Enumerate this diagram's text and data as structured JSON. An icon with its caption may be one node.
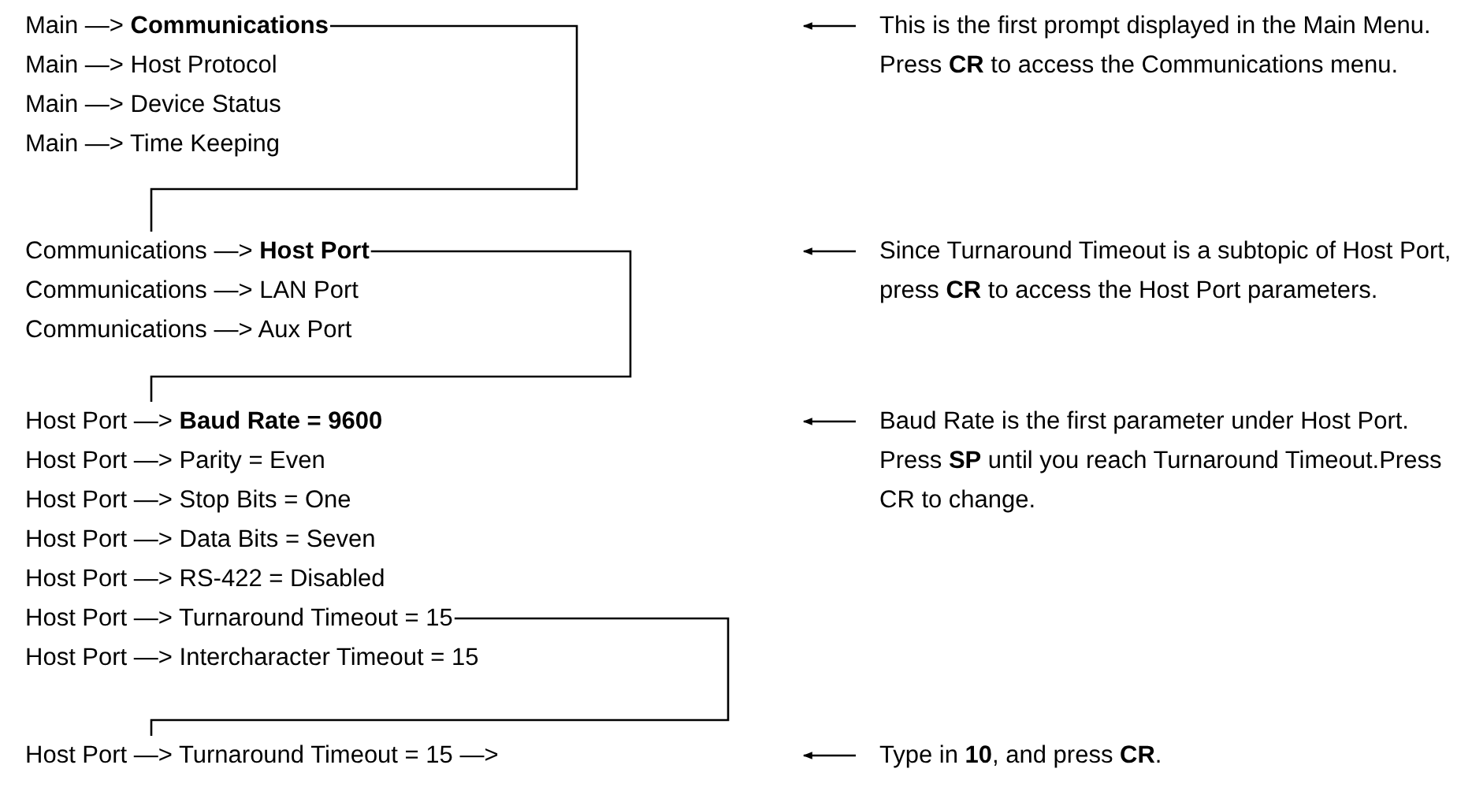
{
  "diagram": {
    "nodes": [
      {
        "text": [
          "Main —> **Communications**"
        ]
      },
      {
        "text": [
          "Main —> Host Protocol"
        ]
      },
      {
        "text": [
          "Main —> Device Status"
        ]
      },
      {
        "text": [
          "Main —> Time Keeping"
        ]
      },
      {
        "text": [
          "This is the first prompt displayed in the Main Menu. Press **CR** to access the Communications menu."
        ]
      },
      {
        "text": [
          "Communications —> **Host Port**"
        ]
      },
      {
        "text": [
          "Communications —> LAN Port"
        ]
      },
      {
        "text": [
          "Communications —> Aux Port"
        ]
      },
      {
        "text": [
          "Since Turnaround Timeout is a subtopic of Host Port, press **CR** to access the Host Port parameters."
        ]
      },
      {
        "text": [
          "Host Port —> **Baud Rate = 9600**"
        ]
      },
      {
        "text": [
          "Host Port —> Parity = Even"
        ]
      },
      {
        "text": [
          "Host Port —> Stop Bits = One"
        ]
      },
      {
        "text": [
          "Host Port —> Data Bits = Seven"
        ]
      },
      {
        "text": [
          "Host Port —> RS-422 = Disabled"
        ]
      },
      {
        "text": [
          "Host Port —> Turnaround Timeout = 15"
        ]
      },
      {
        "text": [
          "Host Port —> Intercharacter Timeout = 15"
        ]
      },
      {
        "text": [
          "Baud Rate is the first parameter under Host Port. Press **SP** until you reach Turnaround Timeout.Press CR to change."
        ]
      },
      {
        "text": [
          "Host Port —> Turnaround Timeout = 15 —>"
        ]
      },
      {
        "text": [
          "Type in **10**, and press **CR**."
        ]
      }
    ],
    "edges": [
      {
        "from": 0,
        "to": 5,
        "arrow": "none"
      },
      {
        "from": 5,
        "to": 9,
        "arrow": "none"
      },
      {
        "from": 14,
        "to": 17,
        "arrow": "none"
      },
      {
        "from": 4,
        "to": null,
        "arrow": "to"
      },
      {
        "from": 8,
        "to": null,
        "arrow": "to"
      },
      {
        "from": 16,
        "to": null,
        "arrow": "to"
      },
      {
        "from": 18,
        "to": null,
        "arrow": "to"
      }
    ]
  }
}
